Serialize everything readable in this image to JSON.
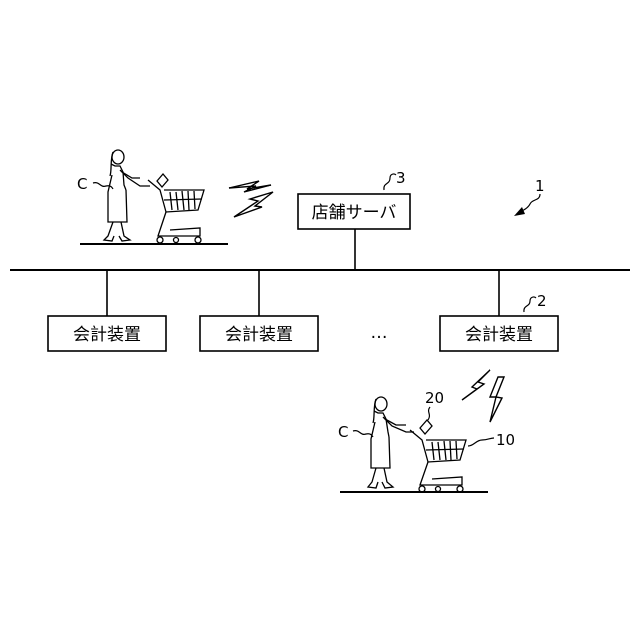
{
  "store_server": {
    "label": "店舗サーバ",
    "ref": "3"
  },
  "system_ref": "1",
  "terminals": [
    {
      "label": "会計装置"
    },
    {
      "label": "会計装置"
    },
    {
      "label": "会計装置",
      "ref": "2"
    }
  ],
  "ellipsis": "…",
  "customer_top": {
    "ref": "C"
  },
  "customer_bottom": {
    "ref": "C"
  },
  "cart_ref": "10",
  "cart_terminal_ref": "20",
  "icons": [
    "person-icon",
    "shopping-cart-icon",
    "lightning-bolt-icon"
  ]
}
